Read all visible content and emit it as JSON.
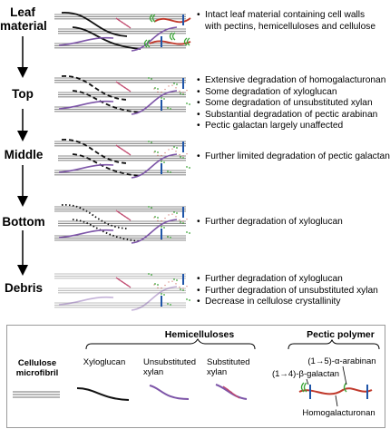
{
  "stages": [
    {
      "id": "leaf",
      "label": "Leaf material",
      "bullets": [
        "Intact leaf material containing cell walls with pectins, hemicelluloses and cellulose"
      ]
    },
    {
      "id": "top",
      "label": "Top",
      "bullets": [
        "Extensive degradation of homogalacturonan",
        "Some degradation of xyloglucan",
        "Some degradation of unsubstituted xylan",
        "Substantial degradation of pectic arabinan",
        "Pectic galactan largely unaffected"
      ]
    },
    {
      "id": "middle",
      "label": "Middle",
      "bullets": [
        "Further limited degradation of pectic galactan"
      ]
    },
    {
      "id": "bottom",
      "label": "Bottom",
      "bullets": [
        "Further degradation of xyloglucan"
      ]
    },
    {
      "id": "debris",
      "label": "Debris",
      "bullets": [
        "Further degradation of xyloglucan",
        "Further degradation of unsubstituted xylan",
        "Decrease in cellulose crystallinity"
      ]
    }
  ],
  "legend": {
    "cellulose": "Cellulose microfibril",
    "hemicelluloses_heading": "Hemicelluloses",
    "xyloglucan": "Xyloglucan",
    "unsubstituted_xylan": "Unsubstituted xylan",
    "substituted_xylan": "Substituted xylan",
    "pectic_heading": "Pectic polymer",
    "arabinan": "(1→5)-α-arabinan",
    "galactan": "(1→4)-β-galactan",
    "homogalacturonan": "Homogalacturonan"
  },
  "colors": {
    "cellulose": "#8c8c8c",
    "xyloglucan": "#111111",
    "xylan": "#7d55a8",
    "substitution": "#c0486e",
    "homogalacturonan": "#c0392b",
    "galactan": "#1f55a8",
    "arabinan": "#3aa535"
  }
}
